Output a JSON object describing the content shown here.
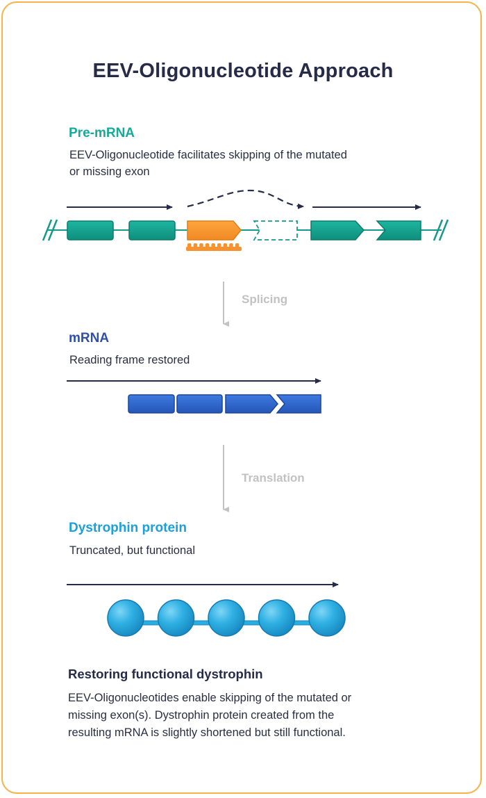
{
  "title": "EEV-Oligonucleotide Approach",
  "colors": {
    "border": "#f7b24a",
    "title": "#262b48",
    "pre_mrna": "#18a999",
    "mrna": "#2f4fa8",
    "protein": "#1aa0dc",
    "exon_teal": "#149a88",
    "exon_orange": "#f7922e",
    "exon_blue": "#2e63c8",
    "bead": "#2aaee0",
    "step_label": "#c2c2c2",
    "arrow": "#262b48"
  },
  "sections": {
    "pre_mrna": {
      "heading": "Pre-mRNA",
      "description_line1": "EEV-Oligonucleotide facilitates skipping of the mutated",
      "description_line2": "or missing exon"
    },
    "splicing": {
      "label": "Splicing"
    },
    "mrna": {
      "heading": "mRNA",
      "description": "Reading frame restored"
    },
    "translation": {
      "label": "Translation"
    },
    "protein": {
      "heading": "Dystrophin protein",
      "description": "Truncated, but functional"
    },
    "summary": {
      "heading": "Restoring functional dystrophin",
      "line1": "EEV-Oligonucleotides enable skipping of the mutated or",
      "line2": "missing exon(s). Dystrophin protein created from the",
      "line3": "resulting mRNA is slightly shortened but still functional."
    }
  },
  "diagram": {
    "pre_mrna_exons": [
      "exon",
      "exon",
      "mutated-exon (targeted)",
      "skipped-exon",
      "exon",
      "exon"
    ],
    "mrna_exons": 4,
    "protein_beads": 5
  }
}
